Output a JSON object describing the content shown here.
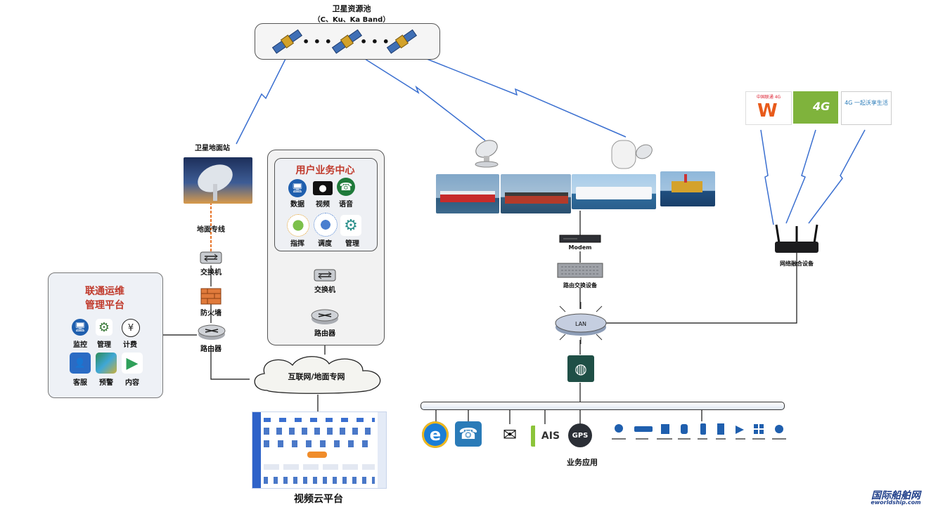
{
  "satellite_pool": {
    "title": "卫星资源池",
    "subtitle": "（C、Ku、Ka  Band）",
    "dots": "• • •"
  },
  "ground_station": {
    "title": "卫星地面站",
    "line_label": "地面专线"
  },
  "left_chain": {
    "switch": "交换机",
    "firewall": "防火墙",
    "router": "路由器"
  },
  "ops_platform": {
    "title_line1": "联通运维",
    "title_line2": "管理平台",
    "items": [
      {
        "label": "监控",
        "icon": "monitor-icon"
      },
      {
        "label": "管理",
        "icon": "gear-icon"
      },
      {
        "label": "计费",
        "icon": "yen-icon"
      },
      {
        "label": "客服",
        "icon": "user-icon"
      },
      {
        "label": "预警",
        "icon": "map-icon"
      },
      {
        "label": "内容",
        "icon": "play-icon"
      }
    ]
  },
  "user_center": {
    "title": "用户业务中心",
    "items": [
      {
        "label": "数据",
        "icon": "monitor-icon"
      },
      {
        "label": "视频",
        "icon": "camera-icon"
      },
      {
        "label": "语音",
        "icon": "phone-icon"
      },
      {
        "label": "指挥",
        "icon": "command-icon"
      },
      {
        "label": "调度",
        "icon": "dispatch-icon"
      },
      {
        "label": "管理",
        "icon": "gear-icon"
      }
    ],
    "switch": "交换机",
    "router": "路由器"
  },
  "cloud": {
    "label": "互联网/地面专网"
  },
  "video_platform": {
    "label": "视频云平台"
  },
  "ship_side": {
    "modem": "Modem",
    "routing": "路由交换设备",
    "lan": "LAN"
  },
  "business": {
    "label": "业务应用",
    "apps": [
      "e",
      "☎",
      "✉",
      "AIS",
      "GPS"
    ]
  },
  "fusion": {
    "label": "网络融合设备",
    "carriers": [
      "中国联通 4G",
      "4G",
      "4G 一起沃享生活"
    ]
  },
  "watermark": {
    "cn": "国际船舶网",
    "en": "eworldship.com"
  },
  "colors": {
    "link": "#3a6fd0",
    "dark_line": "#111111",
    "red_title": "#c0392b",
    "panel_bg": "#f3f3f3"
  }
}
